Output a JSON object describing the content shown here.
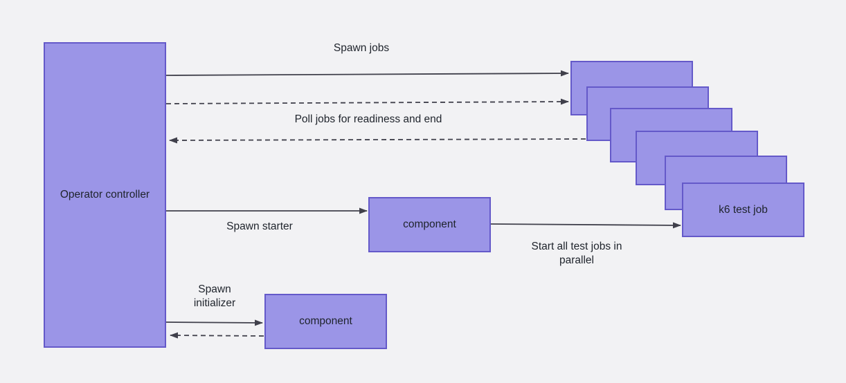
{
  "diagram": {
    "type": "flowchart",
    "background": "#f2f2f4",
    "node_fill": "#9b95e7",
    "node_border": "#6459c9",
    "line_color": "#40404b",
    "text_color": "#1e232b"
  },
  "nodes": {
    "operator": {
      "label": "Operator controller"
    },
    "starter_component": {
      "label": "component"
    },
    "initializer_component": {
      "label": "component"
    },
    "k6_test_job": {
      "label": "k6 test job",
      "stack_count": 6
    }
  },
  "edges": {
    "spawn_jobs": {
      "label": "Spawn jobs",
      "style": "solid",
      "from": "operator",
      "to": "k6_test_job"
    },
    "poll_jobs_request": {
      "label": "",
      "style": "dashed",
      "from": "operator",
      "to": "k6_test_job"
    },
    "poll_jobs_response": {
      "label": "Poll jobs for readiness and end",
      "style": "dashed",
      "from": "k6_test_job",
      "to": "operator"
    },
    "spawn_starter": {
      "label": "Spawn starter",
      "style": "solid",
      "from": "operator",
      "to": "starter_component"
    },
    "start_all": {
      "label": "Start all test jobs in parallel",
      "style": "solid",
      "from": "starter_component",
      "to": "k6_test_job"
    },
    "spawn_initializer": {
      "label": "Spawn initializer",
      "style": "solid",
      "from": "operator",
      "to": "initializer_component"
    },
    "initializer_return": {
      "label": "",
      "style": "dashed",
      "from": "initializer_component",
      "to": "operator"
    }
  }
}
